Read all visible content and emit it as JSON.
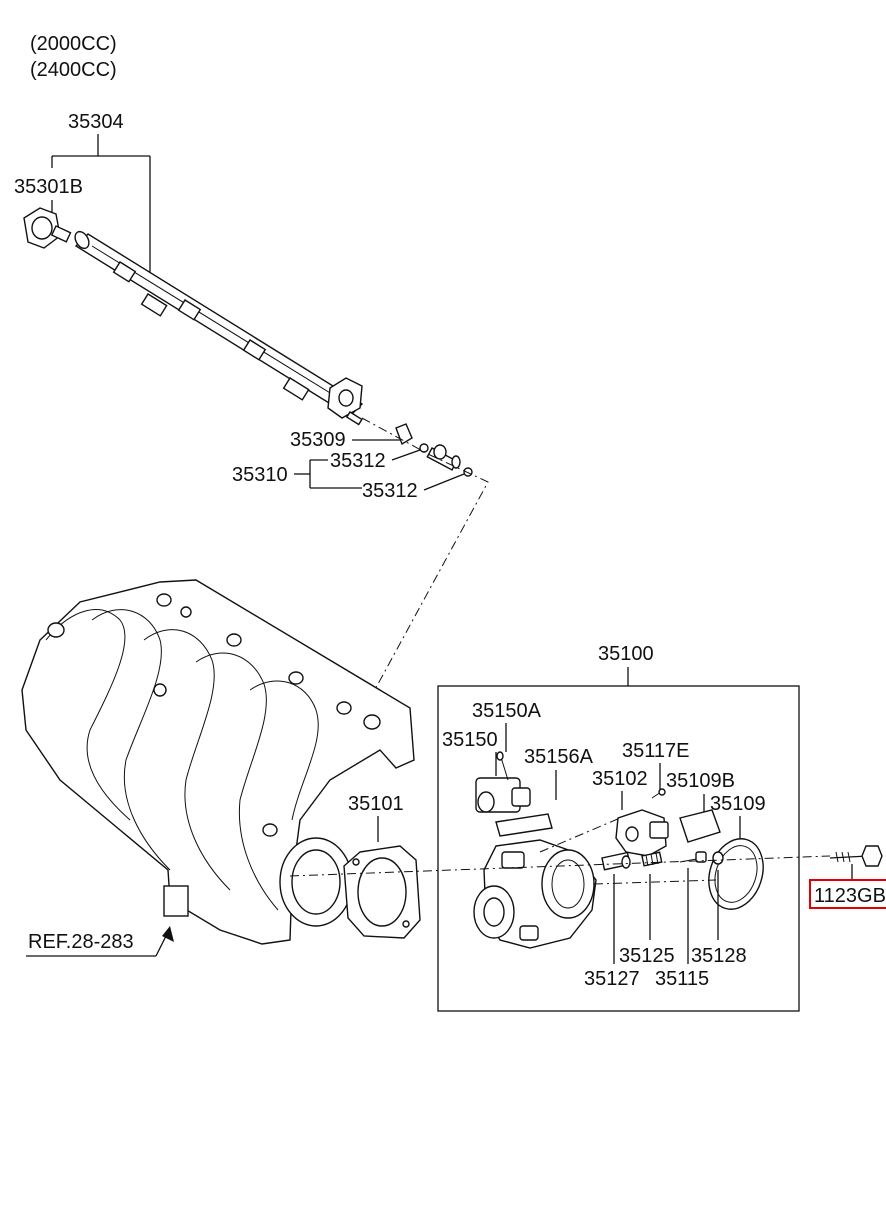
{
  "variants": [
    "(2000CC)",
    "(2400CC)"
  ],
  "labels": {
    "p35304": "35304",
    "p35301B": "35301B",
    "p35309": "35309",
    "p35312a": "35312",
    "p35310": "35310",
    "p35312b": "35312",
    "p35100": "35100",
    "p35150A": "35150A",
    "p35150": "35150",
    "p35156A": "35156A",
    "p35117E": "35117E",
    "p35102": "35102",
    "p35109B": "35109B",
    "p35109": "35109",
    "p35101": "35101",
    "p35125": "35125",
    "p35128": "35128",
    "p35127": "35127",
    "p35115": "35115",
    "ref": "REF.28-283",
    "highlighted": "1123GB"
  },
  "colors": {
    "line": "#111111",
    "highlight": "#e00000",
    "background": "#ffffff"
  }
}
